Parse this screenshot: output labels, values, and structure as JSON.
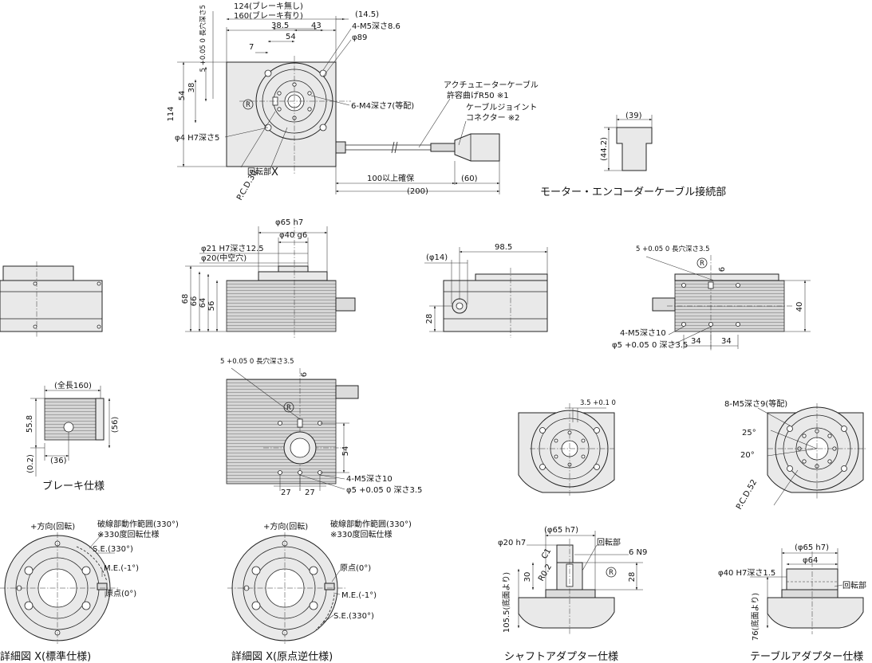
{
  "top_view": {
    "dims": {
      "length_no_brake": "124(ブレーキ無し)",
      "length_brake": "160(ブレーキ有り)",
      "w385": "38.5",
      "w43": "43",
      "w54": "54",
      "w7": "7",
      "w145": "(14.5)",
      "slot": "5 +0.05 0 長穴深さ5",
      "h38": "38",
      "h54": "54",
      "h114": "114",
      "m5_note": "4-M5深さ8.6",
      "phi89": "φ89",
      "m4_note": "6-M4深さ7(等配)",
      "phi4": "φ4 H7深さ5",
      "pcd30": "P.C.D.30",
      "rotating": "回転部",
      "x_mark": "X",
      "r_mark": "R",
      "cable_bend_1": "アクチュエーターケーブル",
      "cable_bend_2": "許容曲げR50 ※1",
      "joint_1": "ケーブルジョイント",
      "joint_2": "コネクター ※2",
      "d100": "100以上確保",
      "d60": "(60)",
      "d200": "(200)"
    }
  },
  "connector_view": {
    "w39": "(39)",
    "h442": "(44.2)",
    "caption": "モーター・エンコーダーケーブル接続部"
  },
  "front_view": {
    "phi65": "φ65 h7",
    "phi40": "φ40 g6",
    "phi21": "φ21 H7深さ12.5",
    "phi20": "φ20(中空穴)",
    "h68": "68",
    "h66": "66",
    "h64": "64",
    "h56": "56"
  },
  "side_view": {
    "phi14": "(φ14)",
    "w985": "98.5",
    "h28": "28"
  },
  "bottom_view": {
    "slot": "5 +0.05 0 長穴深さ3.5",
    "d6": "6",
    "m5": "4-M5深さ10",
    "phi5": "φ5 +0.05 0 深さ3.5",
    "w34a": "34",
    "w34b": "34",
    "h40": "40",
    "r_mark": "R"
  },
  "brake_view": {
    "total": "(全長160)",
    "h558": "55.8",
    "h56": "(56)",
    "w36": "(36)",
    "w02": "(0.2)",
    "caption": "ブレーキ仕様"
  },
  "plan_view": {
    "slot": "5 +0.05 0 長穴深さ3.5",
    "d6": "6",
    "h54": "54",
    "m5": "4-M5深さ10",
    "phi5": "φ5 +0.05 0 深さ3.5",
    "w27a": "27",
    "w27b": "27",
    "r_mark": "R"
  },
  "slot_view": {
    "d35": "3.5 +0.1 0"
  },
  "table_top_view": {
    "m5": "8-M5深さ9(等配)",
    "a25": "25°",
    "a20": "20°",
    "pcd52": "P.C.D.52"
  },
  "detail_std": {
    "plus_dir": "+方向(回転)",
    "range_1": "破線部動作範囲(330°)",
    "range_2": "※330度回転仕様",
    "se": "S.E.(330°)",
    "me": "M.E.(-1°)",
    "origin": "原点(0°)",
    "caption": "詳細図 X(標準仕様)"
  },
  "detail_rev": {
    "plus_dir": "+方向(回転)",
    "range_1": "破線部動作範囲(330°)",
    "range_2": "※330度回転仕様",
    "origin": "原点(0°)",
    "me": "M.E.(-1°)",
    "se": "S.E.(330°)",
    "caption": "詳細図 X(原点逆仕様)"
  },
  "shaft_adapter": {
    "phi20": "φ20 h7",
    "phi65": "(φ65 h7)",
    "rotating": "回転部",
    "n9": "6 N9",
    "c1": "C1",
    "r02": "R0.2",
    "h30": "30",
    "h28": "28",
    "h1055": "105.5(底面より)",
    "r_mark": "R",
    "caption": "シャフトアダプター仕様"
  },
  "table_adapter": {
    "phi65": "(φ65 h7)",
    "phi64": "φ64",
    "phi40": "φ40 H7深さ1.5",
    "rotating": "回転部",
    "h76": "76(底面より)",
    "caption": "テーブルアダプター仕様"
  }
}
